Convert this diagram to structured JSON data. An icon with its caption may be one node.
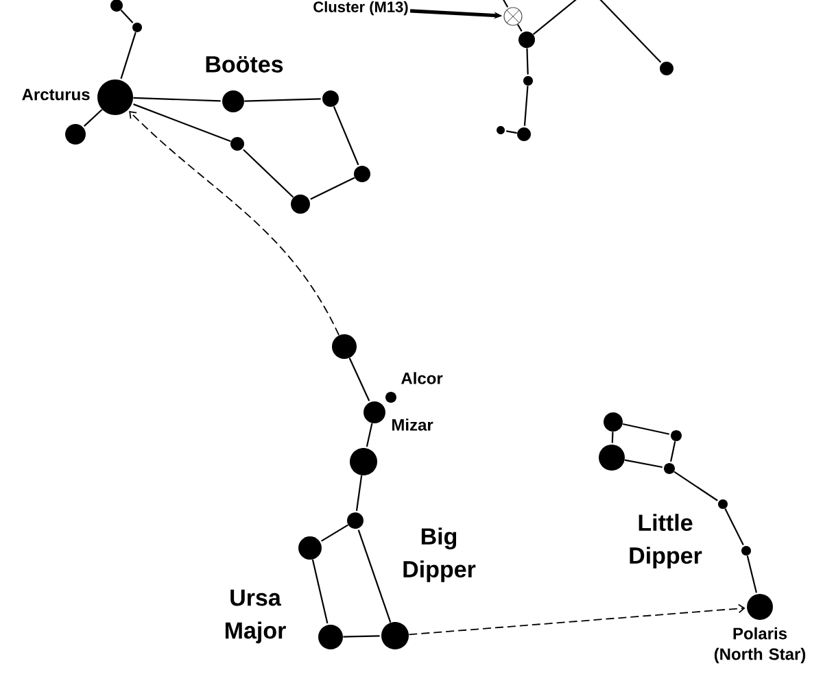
{
  "diagram": {
    "nodes": [
      {
        "text": [],
        "shape": "circle"
      },
      {
        "text": [],
        "shape": "circle"
      },
      {
        "text": [],
        "shape": "circle",
        "beside": [
          "Arcturus"
        ]
      },
      {
        "text": [],
        "shape": "circle"
      },
      {
        "text": [],
        "shape": "circle"
      },
      {
        "text": [],
        "shape": "circle"
      },
      {
        "text": [],
        "shape": "circle"
      },
      {
        "text": [],
        "shape": "circle"
      },
      {
        "text": [],
        "shape": "circle"
      },
      {
        "text": [],
        "shape": "crosshair-circle"
      },
      {
        "text": [],
        "shape": "circle"
      },
      {
        "text": [],
        "shape": "circle"
      },
      {
        "text": [],
        "shape": "circle"
      },
      {
        "text": [],
        "shape": "circle"
      },
      {
        "text": [],
        "shape": "circle"
      },
      {
        "text": [
          "Cluster (M13)"
        ]
      },
      {
        "text": [],
        "shape": "circle"
      },
      {
        "text": [],
        "shape": "circle",
        "beside": [
          "Alcor"
        ]
      },
      {
        "text": [],
        "shape": "circle",
        "beside": [
          "Mizar"
        ]
      },
      {
        "text": [],
        "shape": "circle"
      },
      {
        "text": [],
        "shape": "circle"
      },
      {
        "text": [],
        "shape": "circle"
      },
      {
        "text": [],
        "shape": "circle"
      },
      {
        "text": [],
        "shape": "circle"
      },
      {
        "text": [],
        "shape": "circle"
      },
      {
        "text": [],
        "shape": "circle"
      },
      {
        "text": [],
        "shape": "circle"
      },
      {
        "text": [],
        "shape": "circle"
      },
      {
        "text": [],
        "shape": "circle"
      },
      {
        "text": [],
        "shape": "circle"
      },
      {
        "text": [],
        "shape": "circle",
        "beside": [
          "Polaris (North Star)"
        ]
      }
    ],
    "edges": [
      {
        "from": 0,
        "to": 1,
        "arrow": "none"
      },
      {
        "from": 1,
        "to": 2,
        "arrow": "none"
      },
      {
        "from": 2,
        "to": 3,
        "arrow": "none"
      },
      {
        "from": 2,
        "to": 4,
        "arrow": "none"
      },
      {
        "from": 4,
        "to": 5,
        "arrow": "none"
      },
      {
        "from": 5,
        "to": 6,
        "arrow": "none"
      },
      {
        "from": 6,
        "to": 7,
        "arrow": "none"
      },
      {
        "from": 7,
        "to": 8,
        "arrow": "none"
      },
      {
        "from": 8,
        "to": 2,
        "arrow": "none"
      },
      {
        "from": null,
        "to": 9,
        "arrow": "none"
      },
      {
        "from": 9,
        "to": 10,
        "arrow": "none"
      },
      {
        "from": 10,
        "to": 11,
        "arrow": "none"
      },
      {
        "from": 11,
        "to": 12,
        "arrow": "none"
      },
      {
        "from": 12,
        "to": 13,
        "arrow": "none"
      },
      {
        "from": 10,
        "to": null,
        "arrow": "none"
      },
      {
        "from": null,
        "to": 14,
        "arrow": "none"
      },
      {
        "from": 15,
        "to": 9,
        "arrow": "to",
        "style": "thick"
      },
      {
        "from": 16,
        "to": 18,
        "arrow": "none"
      },
      {
        "from": 18,
        "to": 19,
        "arrow": "none"
      },
      {
        "from": 19,
        "to": 20,
        "arrow": "none"
      },
      {
        "from": 20,
        "to": 21,
        "arrow": "none"
      },
      {
        "from": 21,
        "to": 22,
        "arrow": "none"
      },
      {
        "from": 22,
        "to": 23,
        "arrow": "none"
      },
      {
        "from": 23,
        "to": 20,
        "arrow": "none"
      },
      {
        "from": 24,
        "to": 25,
        "arrow": "none"
      },
      {
        "from": 24,
        "to": 26,
        "arrow": "none"
      },
      {
        "from": 26,
        "to": 27,
        "arrow": "none"
      },
      {
        "from": 25,
        "to": 27,
        "arrow": "none"
      },
      {
        "from": 27,
        "to": 28,
        "arrow": "none"
      },
      {
        "from": 28,
        "to": 29,
        "arrow": "none"
      },
      {
        "from": 29,
        "to": 30,
        "arrow": "none"
      },
      {
        "from": 16,
        "to": 2,
        "arrow": "to",
        "style": "dashed"
      },
      {
        "from": 23,
        "to": 30,
        "arrow": "to",
        "style": "dashed"
      }
    ],
    "labels": [
      "Boötes",
      "Big Dipper",
      "Little Dipper",
      "Ursa Major"
    ]
  }
}
